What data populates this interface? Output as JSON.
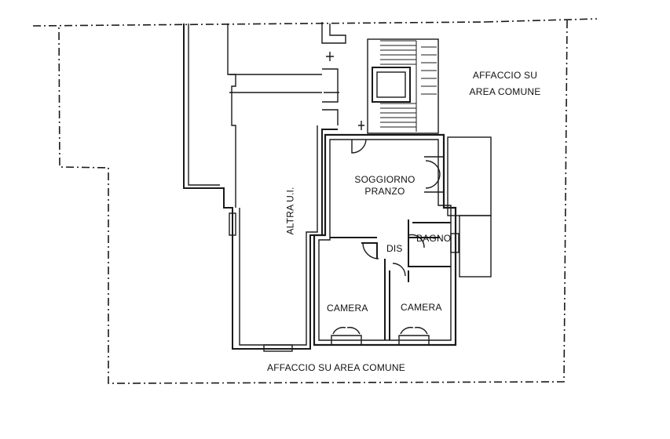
{
  "plan": {
    "labels": {
      "affaccio_top": [
        "AFFACCIO SU",
        "AREA COMUNE"
      ],
      "affaccio_bottom": "AFFACCIO SU AREA COMUNE",
      "altra_ut": "ALTRA U.I.",
      "soggiorno": [
        "SOGGIORNO",
        "PRANZO"
      ],
      "dis": "DIS",
      "bagno": "BAGNO",
      "camera_left": "CAMERA",
      "camera_right": "CAMERA"
    },
    "colors": {
      "ink": "#1a1a1a",
      "paper": "#ffffff"
    }
  }
}
